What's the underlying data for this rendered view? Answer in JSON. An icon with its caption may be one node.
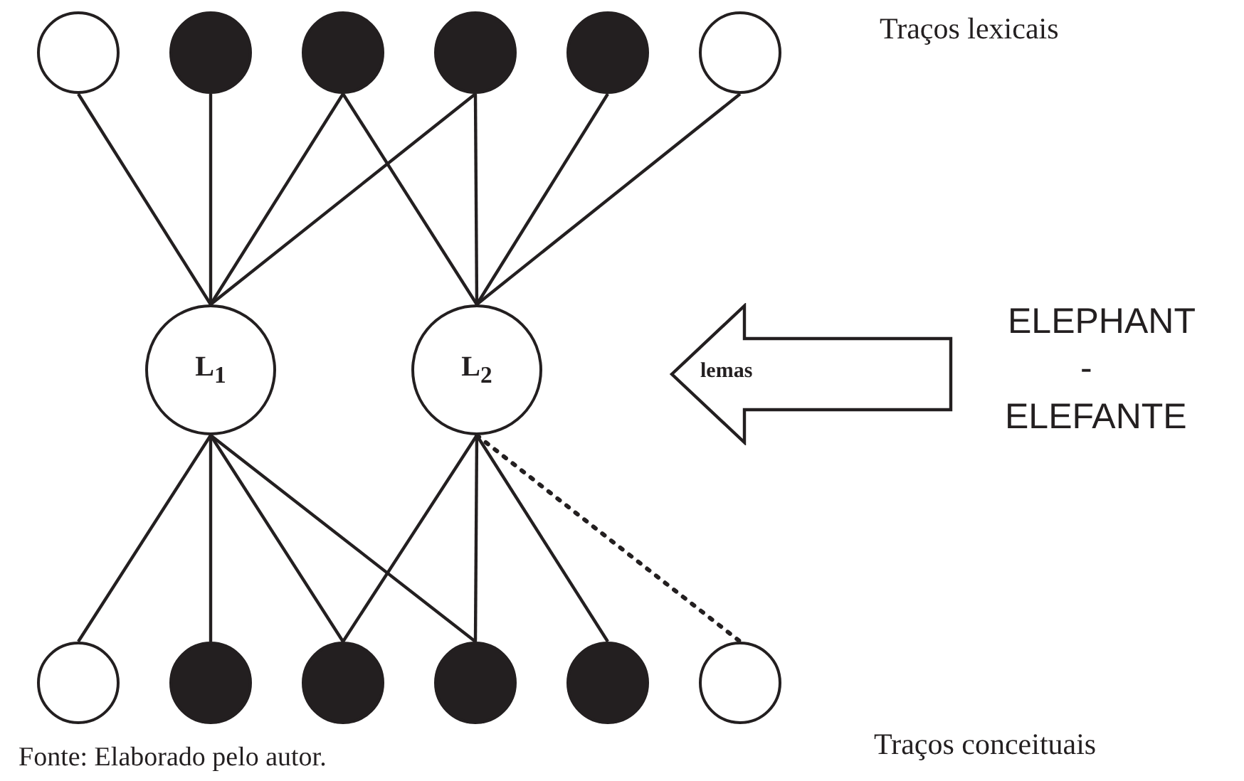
{
  "diagram": {
    "caption": "Fonte: Elaborado pelo autor.",
    "nodes": [
      {
        "text": [],
        "shape": "circle"
      },
      {
        "text": [],
        "shape": "dot"
      },
      {
        "text": [],
        "shape": "dot"
      },
      {
        "text": [],
        "shape": "dot"
      },
      {
        "text": [],
        "shape": "dot"
      },
      {
        "text": [],
        "shape": "circle"
      },
      {
        "text": [
          "L$_{1}$"
        ]
      },
      {
        "text": [
          "L$_{2}$"
        ]
      },
      {
        "text": [],
        "shape": "circle"
      },
      {
        "text": [],
        "shape": "dot"
      },
      {
        "text": [],
        "shape": "dot"
      },
      {
        "text": [],
        "shape": "dot"
      },
      {
        "text": [],
        "shape": "dot"
      },
      {
        "text": [],
        "shape": "circle"
      },
      {
        "text": [
          "lemas"
        ]
      }
    ],
    "edges": [
      {
        "from": 0,
        "to": 6,
        "arrow": "none"
      },
      {
        "from": 1,
        "to": 6,
        "arrow": "none"
      },
      {
        "from": 2,
        "to": 6,
        "arrow": "none"
      },
      {
        "from": 3,
        "to": 6,
        "arrow": "none"
      },
      {
        "from": 2,
        "to": 7,
        "arrow": "none"
      },
      {
        "from": 3,
        "to": 7,
        "arrow": "none"
      },
      {
        "from": 4,
        "to": 7,
        "arrow": "none"
      },
      {
        "from": 5,
        "to": 7,
        "arrow": "none"
      },
      {
        "from": 6,
        "to": 8,
        "arrow": "none"
      },
      {
        "from": 6,
        "to": 9,
        "arrow": "none"
      },
      {
        "from": 6,
        "to": 10,
        "arrow": "none"
      },
      {
        "from": 6,
        "to": 11,
        "arrow": "none"
      },
      {
        "from": 7,
        "to": 10,
        "arrow": "none"
      },
      {
        "from": 7,
        "to": 11,
        "arrow": "none"
      },
      {
        "from": 7,
        "to": 12,
        "arrow": "none"
      },
      {
        "from": 7,
        "to": 13,
        "arrow": "none",
        "style": "dashed"
      }
    ],
    "labels": [
      "Traços lexicais",
      "ELEPHANT",
      "-",
      "ELEFANTE",
      "Traços conceituais"
    ]
  }
}
